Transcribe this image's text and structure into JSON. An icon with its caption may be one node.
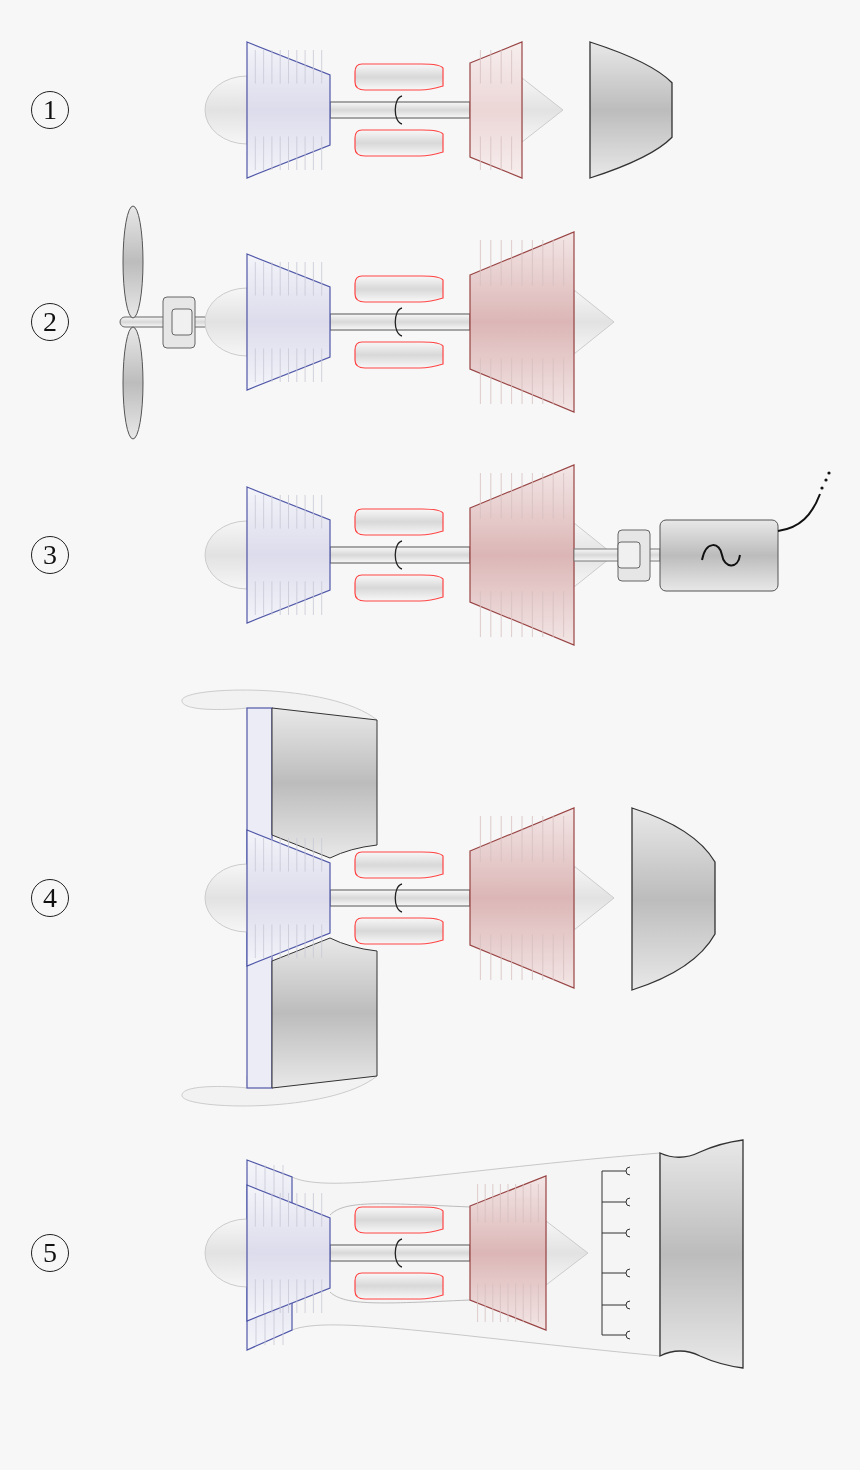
{
  "diagram": {
    "labels": [
      "1",
      "2",
      "3",
      "4",
      "5"
    ]
  }
}
